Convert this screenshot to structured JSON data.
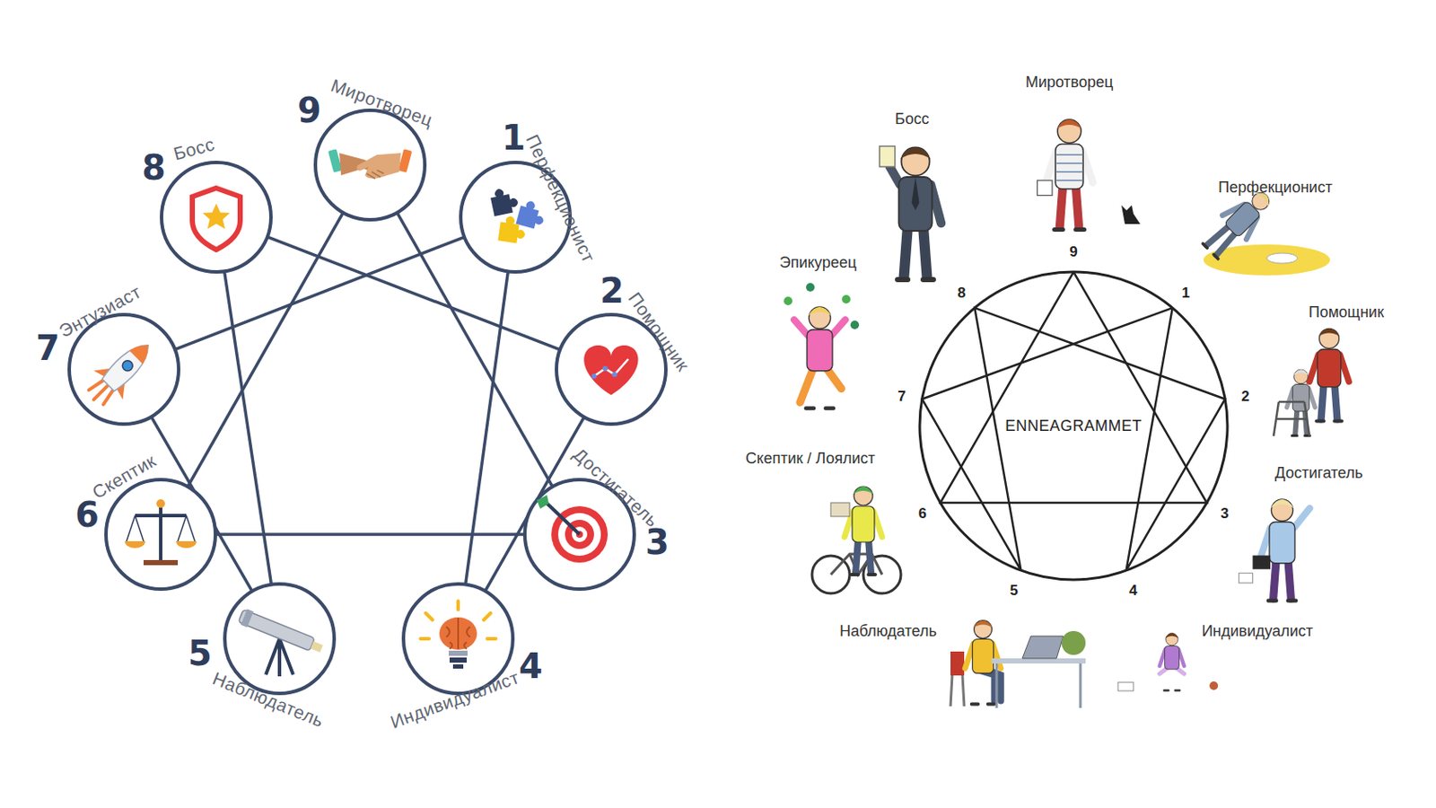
{
  "diagram": {
    "nodes": [
      {
        "text": [
          "1",
          "Перфекционист"
        ]
      },
      {
        "text": [
          "2",
          "Помощник"
        ]
      },
      {
        "text": [
          "3",
          "Достигатель"
        ]
      },
      {
        "text": [
          "4",
          "Индивидуалист"
        ]
      },
      {
        "text": [
          "5",
          "Наблюдатель"
        ]
      },
      {
        "text": [
          "6",
          "Скептик"
        ]
      },
      {
        "text": [
          "7",
          "Энтузиаст"
        ]
      },
      {
        "text": [
          "8",
          "Босс"
        ]
      },
      {
        "text": [
          "9",
          "Миротворец"
        ]
      },
      {
        "text": [
          "ENNEAGRAMMET"
        ]
      }
    ],
    "edges": [
      {
        "from": 8,
        "to": 2,
        "arrow": "none"
      },
      {
        "from": 2,
        "to": 5,
        "arrow": "none"
      },
      {
        "from": 5,
        "to": 8,
        "arrow": "none"
      },
      {
        "from": 0,
        "to": 3,
        "arrow": "none"
      },
      {
        "from": 3,
        "to": 1,
        "arrow": "none"
      },
      {
        "from": 1,
        "to": 7,
        "arrow": "none"
      },
      {
        "from": 7,
        "to": 4,
        "arrow": "none"
      },
      {
        "from": 4,
        "to": 6,
        "arrow": "none"
      },
      {
        "from": 6,
        "to": 0,
        "arrow": "none"
      }
    ],
    "labels": [
      "1",
      "2",
      "3",
      "4",
      "5",
      "6",
      "7",
      "8",
      "9",
      "Перфекционист",
      "Помощник",
      "Достигатель",
      "Индивидуалист",
      "Наблюдатель",
      "Скептик / Лоялист",
      "Эпикуреец",
      "Босс",
      "Миротворец"
    ]
  }
}
